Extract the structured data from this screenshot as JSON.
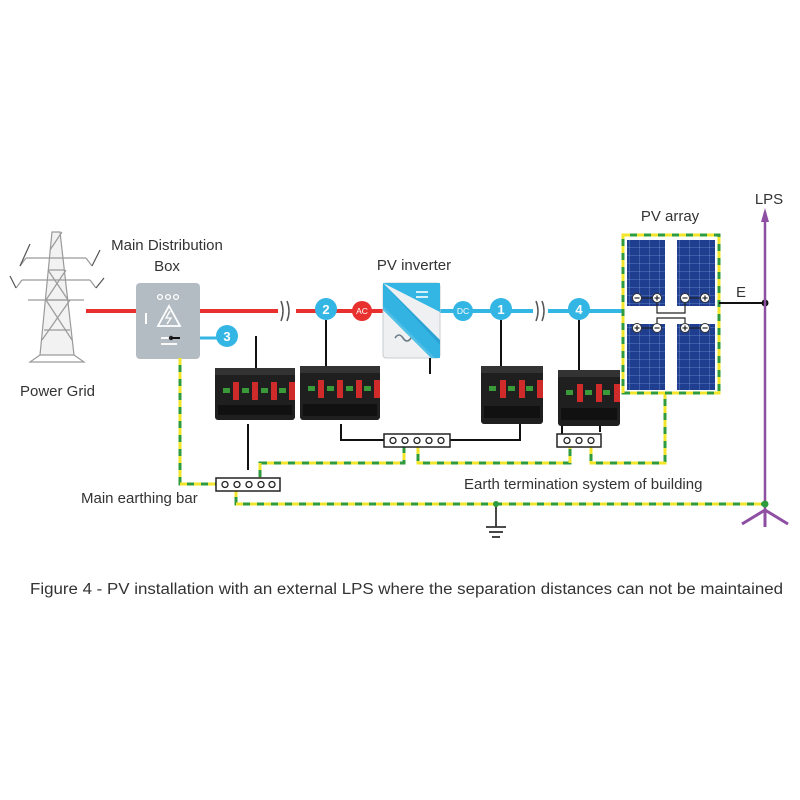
{
  "labels": {
    "main_distribution_box_line1": "Main Distribution",
    "main_distribution_box_line2": "Box",
    "power_grid": "Power Grid",
    "pv_inverter": "PV inverter",
    "pv_array": "PV array",
    "lps": "LPS",
    "e": "E",
    "main_earthing_bar": "Main earthing bar",
    "earth_termination": "Earth termination system of building"
  },
  "badges": [
    "3",
    "2",
    "1",
    "4"
  ],
  "tags": {
    "ac": "AC",
    "dc": "DC"
  },
  "caption": "Figure 4 - PV installation with an external LPS where the separation distances can not be maintained",
  "colors": {
    "ac_line": "#e8312f",
    "dc_line": "#34b6e4",
    "badge": "#34b6e4",
    "ac_tag": "#e8312f",
    "dc_tag": "#34b6e4",
    "earth_green": "#2e9b3e",
    "earth_yellow": "#f2e52a",
    "lps": "#8e4fa3",
    "text": "#333333"
  }
}
